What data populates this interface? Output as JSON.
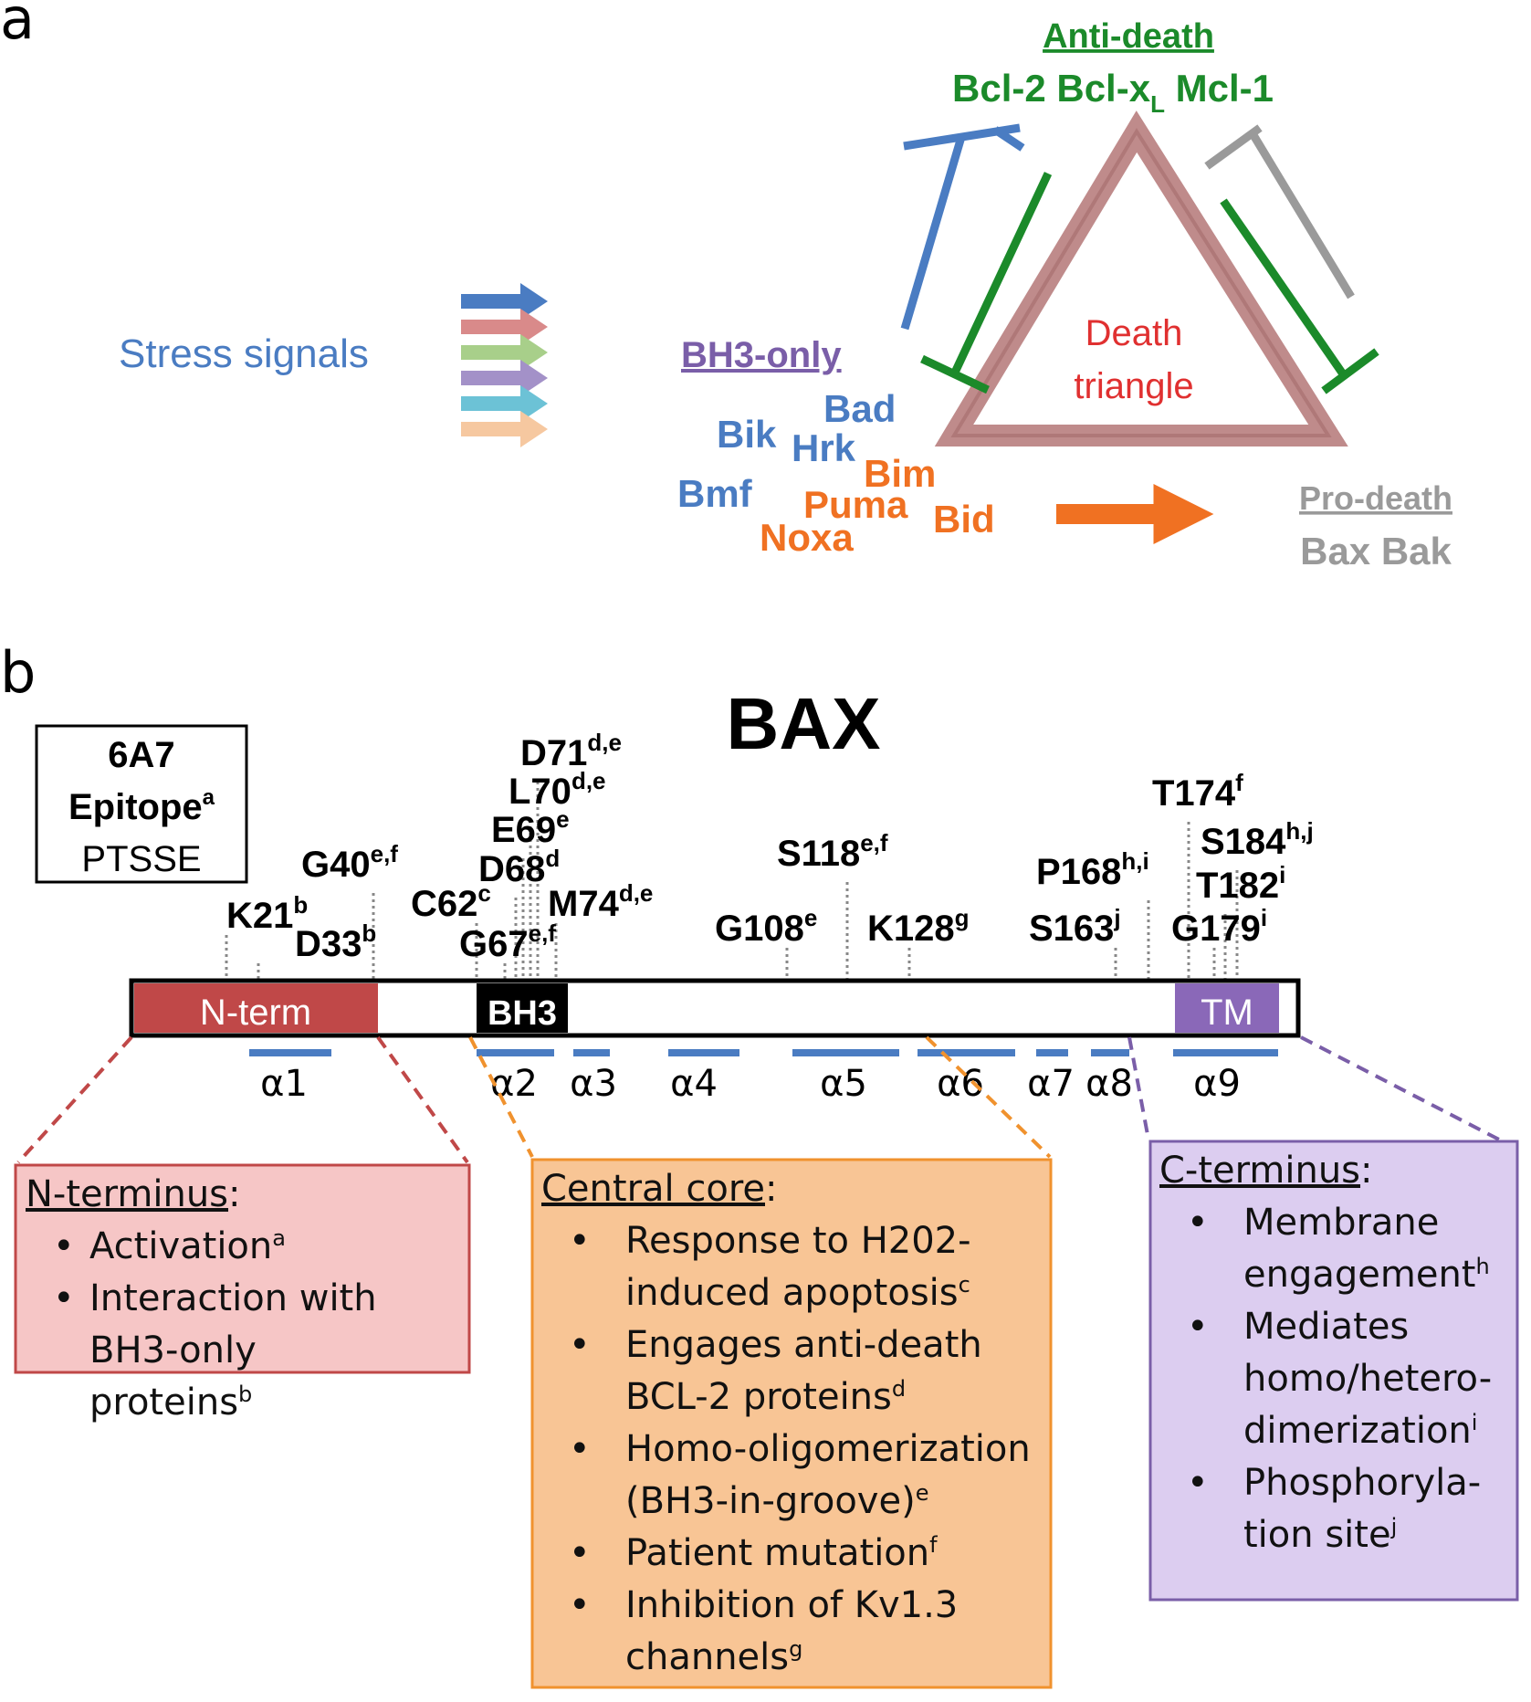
{
  "panel_a": {
    "label": "a",
    "stress_signals": "Stress signals",
    "arrow_colors": [
      "#4a7cc2",
      "#d98a8a",
      "#a8cf8a",
      "#a391c8",
      "#6cc2d6",
      "#f6c8a0"
    ],
    "anti_death": {
      "title": "Anti-death",
      "proteins": "Bcl-2 Bcl-x",
      "sub": "L",
      "tail": " Mcl-1"
    },
    "triangle": {
      "line1": "Death",
      "line2": "triangle"
    },
    "bh3_only": {
      "title": "BH3-only",
      "blue": [
        "Bad",
        "Bik",
        "Hrk",
        "Bmf"
      ],
      "orange": [
        "Bim",
        "Puma",
        "Bid",
        "Noxa"
      ]
    },
    "pro_death": {
      "title": "Pro-death",
      "proteins": "Bax Bak"
    },
    "colors": {
      "green": "#1b8a2a",
      "blue": "#4a7cc2",
      "orange": "#f07122",
      "purple": "#7a5ea8",
      "gray": "#9a9a9a",
      "red": "#e03030",
      "triangle": "#b87e7e"
    }
  },
  "panel_b": {
    "label": "b",
    "title": "BAX",
    "epitope": {
      "line1": "6A7",
      "line2": "Epitope",
      "sup": "a",
      "line3": "PTSSE"
    },
    "residues": [
      {
        "name": "K21",
        "sup": "b"
      },
      {
        "name": "D33",
        "sup": "b"
      },
      {
        "name": "G40",
        "sup": "e,f"
      },
      {
        "name": "C62",
        "sup": "c"
      },
      {
        "name": "G67",
        "sup": "e,f"
      },
      {
        "name": "D68",
        "sup": "d"
      },
      {
        "name": "E69",
        "sup": "e"
      },
      {
        "name": "L70",
        "sup": "d,e"
      },
      {
        "name": "D71",
        "sup": "d,e"
      },
      {
        "name": "M74",
        "sup": "d,e"
      },
      {
        "name": "G108",
        "sup": "e"
      },
      {
        "name": "S118",
        "sup": "e,f"
      },
      {
        "name": "K128",
        "sup": "g"
      },
      {
        "name": "S163",
        "sup": "j"
      },
      {
        "name": "P168",
        "sup": "h,i"
      },
      {
        "name": "T174",
        "sup": "f"
      },
      {
        "name": "G179",
        "sup": "i"
      },
      {
        "name": "T182",
        "sup": "i"
      },
      {
        "name": "S184",
        "sup": "h,j"
      }
    ],
    "domains": {
      "nterm": "N-term",
      "bh3": "BH3",
      "tm": "TM"
    },
    "helices": [
      "α1",
      "α2",
      "α3",
      "α4",
      "α5",
      "α6",
      "α7",
      "α8",
      "α9"
    ],
    "colors": {
      "nterm": "#c04848",
      "bh3": "#000000",
      "tm": "#8a68b8",
      "helix": "#4a7cc2"
    },
    "n_box": {
      "header": "N-terminus",
      "items": [
        {
          "text": "Activation",
          "sup": "a"
        },
        {
          "text": "Interaction with BH3-only proteins",
          "sup": "b"
        }
      ]
    },
    "c_core_box": {
      "header": "Central core",
      "items": [
        {
          "text": "Response to H202-induced apoptosis",
          "sup": "c"
        },
        {
          "text": "Engages anti-death BCL-2 proteins",
          "sup": "d"
        },
        {
          "text": "Homo-oligomerization (BH3-in-groove)",
          "sup": "e"
        },
        {
          "text": "Patient mutation",
          "sup": "f"
        },
        {
          "text": "Inhibition of Kv1.3 channels",
          "sup": "g"
        }
      ]
    },
    "c_term_box": {
      "header": "C-terminus",
      "items": [
        {
          "text": "Membrane engagement",
          "sup": "h"
        },
        {
          "text": "Mediates homo/hetero-dimerization",
          "sup": "i"
        },
        {
          "text": "Phosphoryla-tion site",
          "sup": "j"
        }
      ]
    }
  }
}
